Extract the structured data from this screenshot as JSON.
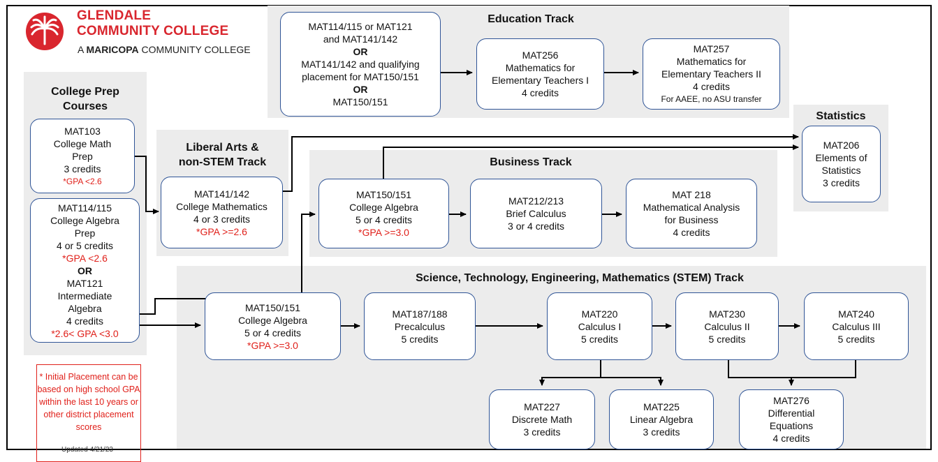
{
  "header": {
    "college_name": "GLENDALE\nCOMMUNITY COLLEGE",
    "subtitle_prefix": "A ",
    "subtitle_bold": "MARICOPA",
    "subtitle_rest": " COMMUNITY COLLEGE",
    "brand_color": "#d9262e"
  },
  "tracks": {
    "college_prep": "College Prep\nCourses",
    "liberal_arts": "Liberal Arts &\nnon-STEM Track",
    "education": "Education Track",
    "business": "Business Track",
    "statistics": "Statistics",
    "stem": "Science, Technology, Engineering, Mathematics (STEM) Track"
  },
  "courses": {
    "mat103": {
      "code": "MAT103",
      "name": "College Math\nPrep",
      "credits": "3 credits",
      "gpa": "*GPA <2.6"
    },
    "mat114": {
      "code": "MAT114/115",
      "name": "College Algebra\nPrep",
      "credits": "4 or 5 credits",
      "gpa": "*GPA <2.6",
      "or": "OR",
      "alt_code": "MAT121",
      "alt_name": "Intermediate\nAlgebra",
      "alt_credits": "4 credits",
      "alt_gpa": "*2.6< GPA <3.0"
    },
    "mat141": {
      "code": "MAT141/142",
      "name": "College Mathematics",
      "credits": "4 or 3 credits",
      "gpa": "*GPA >=2.6"
    },
    "edu_prereq": {
      "line1": "MAT114/115 or MAT121",
      "line2": "and  MAT141/142",
      "or1": "OR",
      "line3": "MAT141/142 and qualifying\nplacement for MAT150/151",
      "or2": "OR",
      "line4": "MAT150/151"
    },
    "mat256": {
      "code": "MAT256",
      "name": "Mathematics for\nElementary Teachers I",
      "credits": "4 credits"
    },
    "mat257": {
      "code": "MAT257",
      "name": "Mathematics for\nElementary Teachers II",
      "credits": "4 credits",
      "note": "For AAEE, no ASU transfer"
    },
    "mat206": {
      "code": "MAT206",
      "name": "Elements of\nStatistics",
      "credits": "3 credits"
    },
    "mat150_bus": {
      "code": "MAT150/151",
      "name": "College Algebra",
      "credits": "5 or 4 credits",
      "gpa": "*GPA >=3.0"
    },
    "mat212": {
      "code": "MAT212/213",
      "name": "Brief Calculus",
      "credits": "3 or 4 credits"
    },
    "mat218": {
      "code": "MAT 218",
      "name": "Mathematical Analysis\nfor Business",
      "credits": "4 credits"
    },
    "mat150_stem": {
      "code": "MAT150/151",
      "name": "College Algebra",
      "credits": "5 or 4 credits",
      "gpa": "*GPA >=3.0"
    },
    "mat187": {
      "code": "MAT187/188",
      "name": "Precalculus",
      "credits": "5 credits"
    },
    "mat220": {
      "code": "MAT220",
      "name": "Calculus I",
      "credits": "5 credits"
    },
    "mat230": {
      "code": "MAT230",
      "name": "Calculus II",
      "credits": "5 credits"
    },
    "mat240": {
      "code": "MAT240",
      "name": "Calculus III",
      "credits": "5 credits"
    },
    "mat227": {
      "code": "MAT227",
      "name": "Discrete Math",
      "credits": "3 credits"
    },
    "mat225": {
      "code": "MAT225",
      "name": "Linear Algebra",
      "credits": "3 credits"
    },
    "mat276": {
      "code": "MAT276",
      "name": "Differential\nEquations",
      "credits": "4 credits"
    }
  },
  "footnote": "* Initial Placement can be based on high school GPA within the last 10 years or other district placement scores",
  "updated": "Updated 4/21/23",
  "colors": {
    "box_border": "#2f5496",
    "panel_bg": "#ececec",
    "placement_red": "#e0201a",
    "arrow": "#000000"
  }
}
